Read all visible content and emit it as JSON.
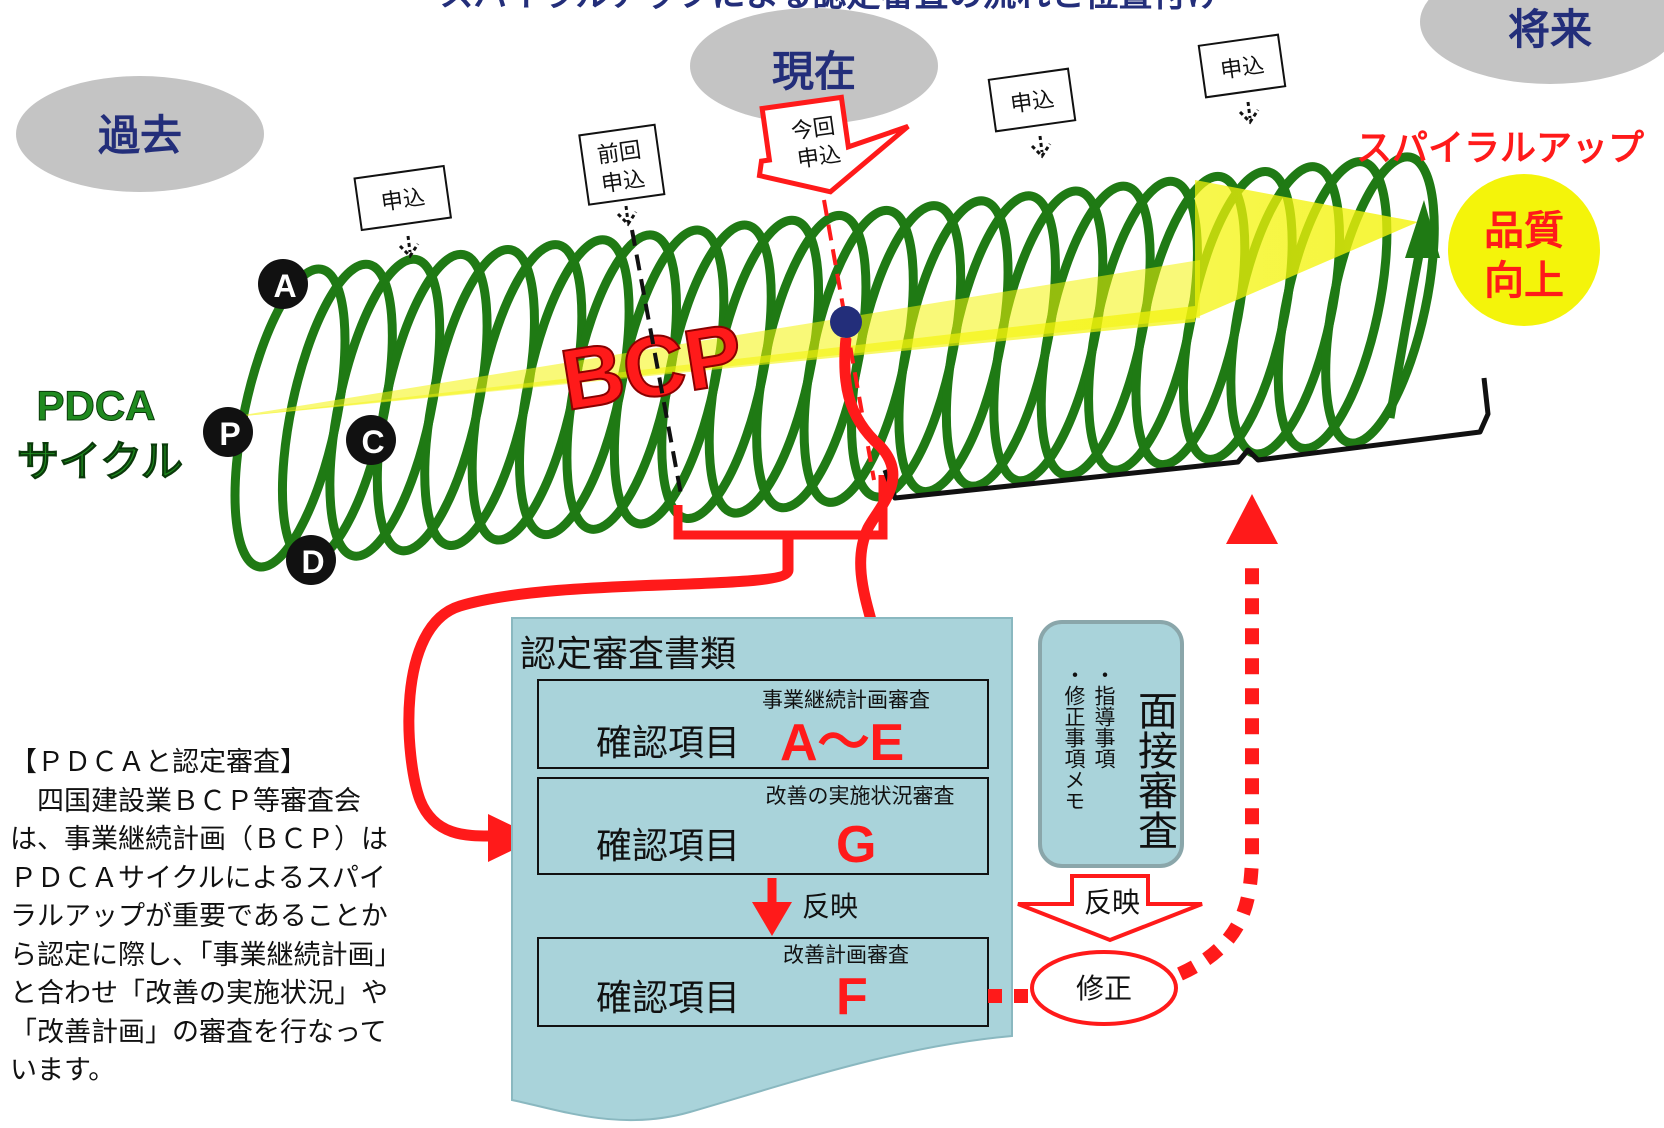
{
  "top_title": "スパイラルアップによる認定審査の流れと位置付け",
  "eras": {
    "past": "過去",
    "present": "現在",
    "future": "将来"
  },
  "pdca": {
    "line1": "PDCA",
    "line2": "サイクル",
    "nodes": [
      "A",
      "P",
      "C",
      "D"
    ]
  },
  "timeline": {
    "application": "申込",
    "previous_line1": "前回",
    "previous_line2": "申込",
    "current_line1": "今回",
    "current_line2": "申込"
  },
  "bcp_label": "BCP",
  "spiral_up": "スパイラルアップ",
  "quality": {
    "line1": "品質",
    "line2": "向上"
  },
  "document": {
    "title": "認定審査書類",
    "rows": [
      {
        "caption": "事業継続計画審査",
        "label": "確認項目",
        "code": "A～E"
      },
      {
        "caption": "改善の実施状況審査",
        "label": "確認項目",
        "code": "G"
      },
      {
        "caption": "改善計画審査",
        "label": "確認項目",
        "code": "F"
      }
    ],
    "reflect": "反映"
  },
  "interview": {
    "title": "面接審査",
    "memo1": "・指導事項",
    "memo2": "・修正事項メモ",
    "reflect": "反映"
  },
  "correction": "修正",
  "description": {
    "title": "【ＰＤＣＡと認定審査】",
    "body": "四国建設業ＢＣＰ等審査会は、事業継続計画（ＢＣＰ）はＰＤＣＡサイクルによるスパイラルアップが重要であることから認定に際し、「事業継続計画」と合わせ「改善の実施状況」や「改善計画」の審査を行なっています。"
  },
  "colors": {
    "spiral": "#1f7a14",
    "red": "#ff1a1a",
    "navy": "#232e7a",
    "ellipse": "#c4c4c4",
    "doc_fill": "#a9d3da",
    "yellow": "#f4f40a"
  }
}
